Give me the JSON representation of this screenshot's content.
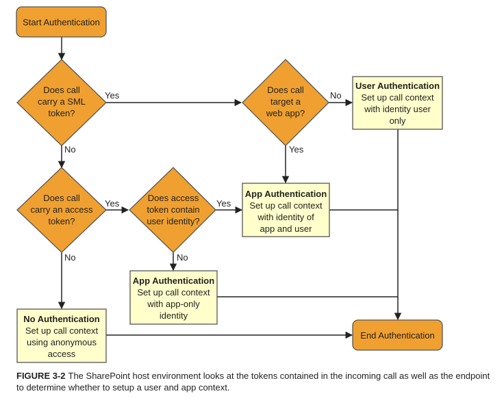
{
  "nodes": {
    "start": {
      "lines": [
        "Start Authentication"
      ]
    },
    "q_sml": {
      "lines": [
        "Does call",
        "carry a SML",
        "token?"
      ]
    },
    "q_webapp": {
      "lines": [
        "Does call",
        "target a",
        "web app?"
      ]
    },
    "user_auth": {
      "title": "User Authentication",
      "lines": [
        "Set up call context",
        "with identity user",
        "only"
      ]
    },
    "q_access": {
      "lines": [
        "Does call",
        "carry an access",
        "token?"
      ]
    },
    "q_identity": {
      "lines": [
        "Does access",
        "token contain",
        "user identity?"
      ]
    },
    "app_auth_user": {
      "title": "App Authentication",
      "lines": [
        "Set up call context",
        "with identity of",
        "app and user"
      ]
    },
    "app_auth_only": {
      "title": "App Authentication",
      "lines": [
        "Set up call context",
        "with app-only",
        "identity"
      ]
    },
    "no_auth": {
      "title": "No Authentication",
      "lines": [
        "Set up call context",
        "using anonymous",
        "access"
      ]
    },
    "end": {
      "lines": [
        "End Authentication"
      ]
    }
  },
  "edge_labels": {
    "sml_yes": "Yes",
    "sml_no": "No",
    "webapp_no": "No",
    "webapp_yes": "Yes",
    "access_yes": "Yes",
    "access_no": "No",
    "identity_yes": "Yes",
    "identity_no": "No"
  },
  "caption": {
    "figure": "FIGURE 3-2",
    "text": "The SharePoint host environment looks at the tokens contained in the incoming call as well as the endpoint to determine whether to setup a user and app context."
  },
  "colors": {
    "orange": "#F0A030",
    "box": "#FFFFCC",
    "stroke": "#555555",
    "line": "#222222"
  }
}
